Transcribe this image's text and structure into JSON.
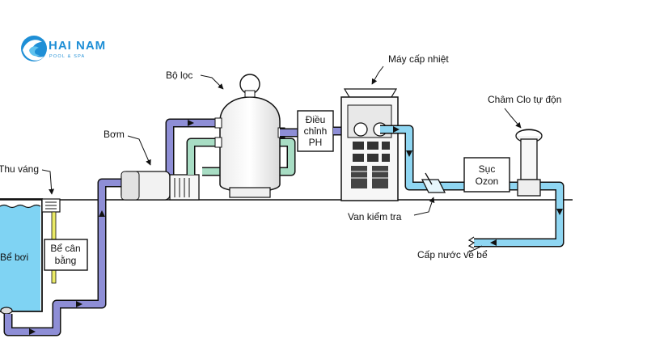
{
  "logo": {
    "brand": "HAI NAM",
    "tagline": "POOL & SPA",
    "colors": {
      "primary": "#1f8fd6",
      "secondary": "#5fc2ee"
    }
  },
  "labels": {
    "filter": "Bộ lọc",
    "heater": "Máy cấp nhiệt",
    "pump": "Bơm",
    "skimmer": "Thu váng",
    "chlorinator": "Châm Clo tự độn",
    "check_valve": "Van kiểm tra",
    "return": "Cấp nước về bể",
    "pool": "Bể bơi"
  },
  "boxes": {
    "ph_line1": "Điều",
    "ph_line2": "chỉnh",
    "ph_line3": "PH",
    "ozone_line1": "Sục",
    "ozone_line2": "Ozon",
    "balance_line1": "Bể cân",
    "balance_line2": "bằng"
  },
  "colors": {
    "suction_pipe": "#8e8ed6",
    "filter_loop_pipe": "#a8ddc4",
    "return_pipe": "#8fd6f2",
    "pool_water": "#7fd3f3",
    "outline": "#111111"
  }
}
